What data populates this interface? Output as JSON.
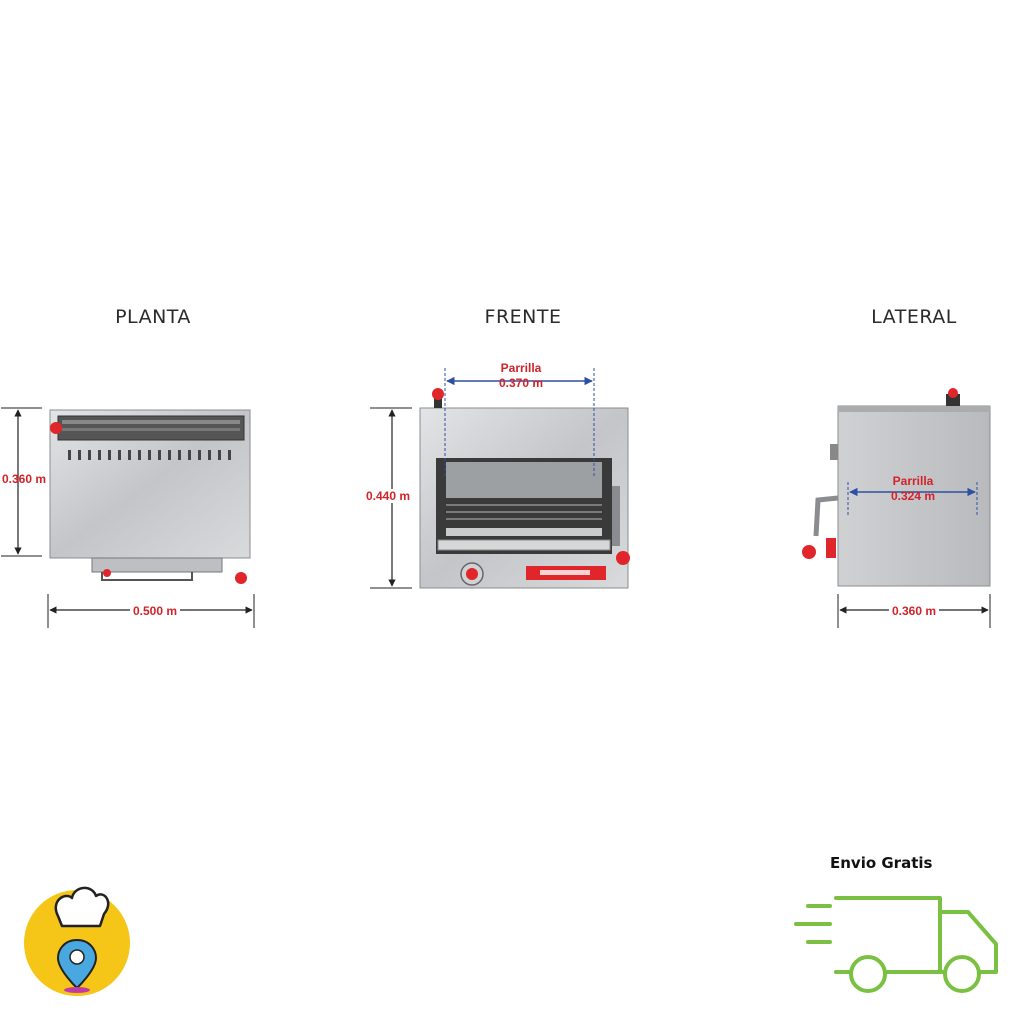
{
  "views": {
    "planta": {
      "title": "PLANTA",
      "height_label": "0.360 m",
      "width_label": "0.500 m"
    },
    "frente": {
      "title": "FRENTE",
      "height_label": "0.440 m",
      "grill_label": "Parrilla",
      "grill_width_label": "0.370 m"
    },
    "lateral": {
      "title": "LATERAL",
      "grill_label": "Parrilla",
      "grill_width_label": "0.324 m",
      "depth_label": "0.360 m"
    }
  },
  "shipping": {
    "label": "Envio Gratis",
    "icon": "delivery-truck-icon"
  },
  "logo": {
    "icon": "chef-hat-location-pin-icon"
  },
  "colors": {
    "dimension_text": "#d2232a",
    "grill_arrow": "#2e4fa3",
    "knob_red": "#e0262b",
    "steel": "#c9cbcd",
    "truck_green": "#7ac143",
    "logo_yellow": "#f5c518"
  }
}
